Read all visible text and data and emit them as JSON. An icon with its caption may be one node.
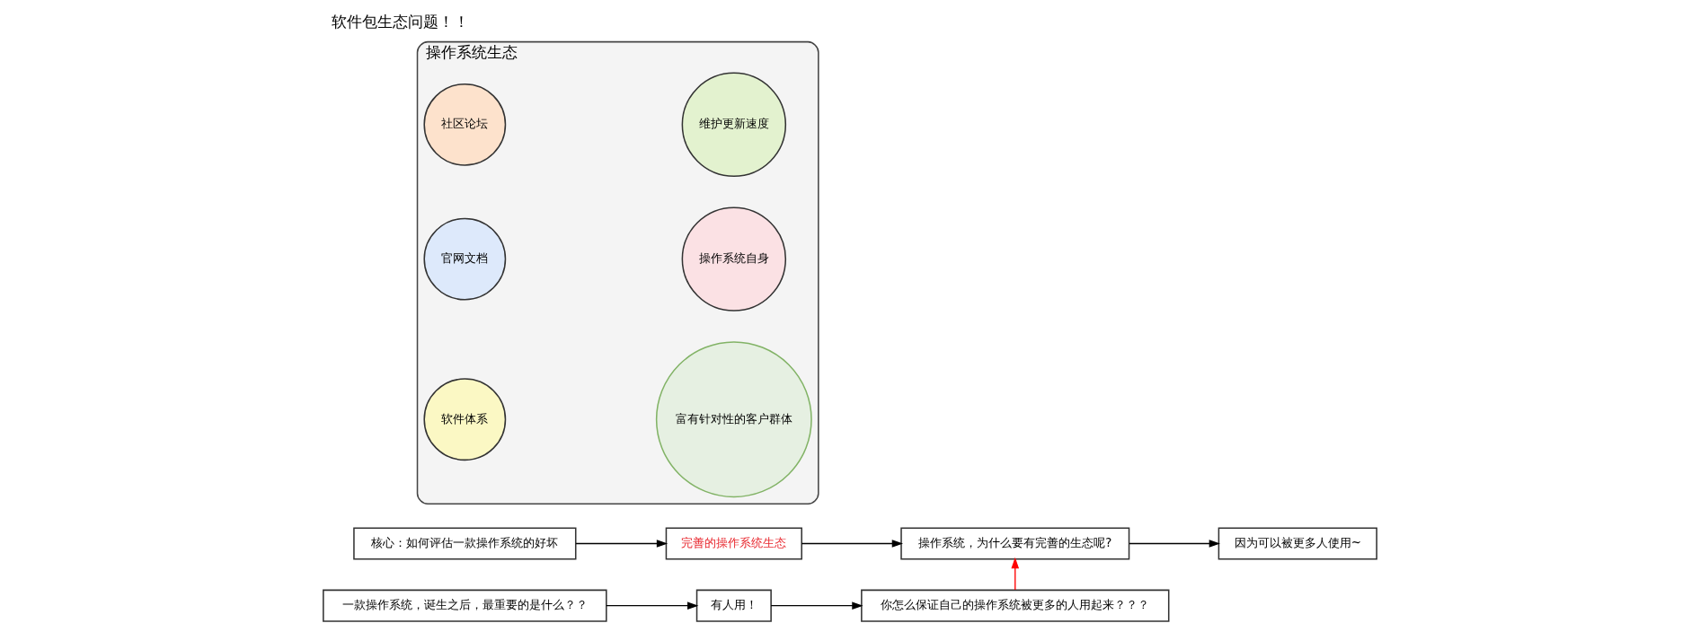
{
  "diagram": {
    "title": "软件包生态问题！！",
    "nodes": [
      {
        "text": [
          "核心：如何评估一款操作系统的好坏"
        ]
      },
      {
        "text": [
          "完善的操作系统生态"
        ]
      },
      {
        "text": [
          "操作系统，为什么要有完善的生态呢?"
        ]
      },
      {
        "text": [
          "因为可以被更多人使用~"
        ]
      },
      {
        "text": [
          "一款操作系统，诞生之后，最重要的是什么？？"
        ]
      },
      {
        "text": [
          "有人用！"
        ]
      },
      {
        "text": [
          "你怎么保证自己的操作系统被更多的人用起来？？？"
        ]
      },
      {
        "text": [
          "操作系统生态"
        ]
      },
      {
        "text": [
          "社区论坛"
        ],
        "in": 7
      },
      {
        "text": [
          "官网文档"
        ],
        "in": 7
      },
      {
        "text": [
          "软件体系"
        ],
        "in": 7
      },
      {
        "text": [
          "维护更新速度"
        ],
        "in": 7
      },
      {
        "text": [
          "操作系统自身"
        ],
        "in": 7
      },
      {
        "text": [
          "富有针对性的客户群体"
        ],
        "in": 7
      }
    ],
    "edges": [
      {
        "from": 0,
        "to": 1,
        "arrow": "to"
      },
      {
        "from": 1,
        "to": 2,
        "arrow": "to"
      },
      {
        "from": 2,
        "to": 3,
        "arrow": "to"
      },
      {
        "from": 4,
        "to": 5,
        "arrow": "to"
      },
      {
        "from": 5,
        "to": 6,
        "arrow": "to"
      },
      {
        "from": 6,
        "to": 2,
        "arrow": "to",
        "color": "#ff0000"
      }
    ]
  }
}
